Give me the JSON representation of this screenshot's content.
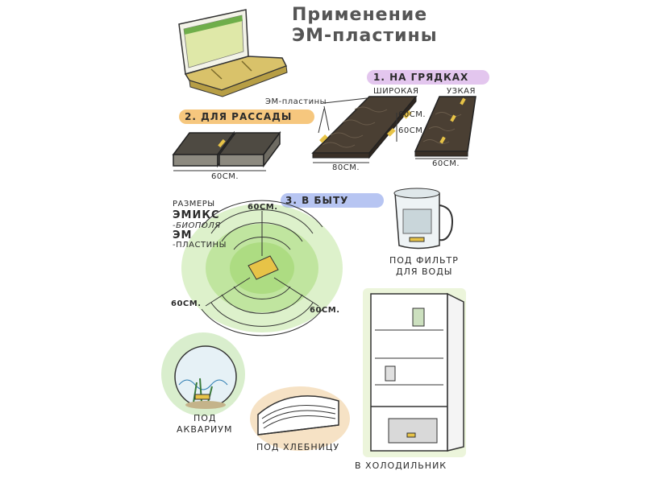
{
  "title": {
    "line1": "Применение",
    "line2": "ЭМ-пластины"
  },
  "sections": {
    "beds": {
      "label": "1. на грядках",
      "wide": "широкая",
      "narrow": "узкая",
      "size_60a": "60см.",
      "size_60b": "60см.",
      "size_80": "80см.",
      "size_60c": "60см."
    },
    "seedlings": {
      "label": "2. для рассады",
      "size": "60см."
    },
    "home": {
      "label": "3. в быту"
    }
  },
  "plates_label": "ЭМ-пластины",
  "field": {
    "lines": [
      "размеры",
      "ЭМИКС",
      "-биополя",
      "ЭМ",
      "-пластины"
    ],
    "top": "60см.",
    "left": "60см.",
    "right": "60см."
  },
  "captions": {
    "filter": [
      "под фильтр",
      "для воды"
    ],
    "aquarium": [
      "под",
      "аквариум"
    ],
    "breadbox": "под хлебницу",
    "fridge": "в холодильник"
  },
  "colors": {
    "lilac": "#e3c6ee",
    "orange": "#f6c77e",
    "blue": "#b7c5f2",
    "green": "#9dd66a",
    "plate": "#e7c347",
    "soil": "#4a3f33",
    "wood": "#d9c26a"
  }
}
